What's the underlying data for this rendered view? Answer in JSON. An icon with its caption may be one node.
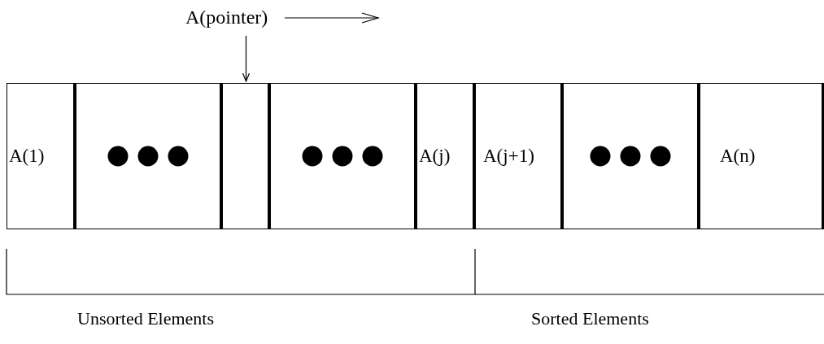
{
  "diagram": {
    "nodes": [
      {
        "text": [
          "A(pointer)"
        ]
      },
      {
        "text": [
          "A(1)"
        ]
      },
      {
        "text": [],
        "shape": "box"
      },
      {
        "text": [],
        "shape": "box"
      },
      {
        "text": [],
        "shape": "box"
      },
      {
        "text": [
          "A(j)"
        ]
      },
      {
        "text": [
          "A(j+1)"
        ]
      },
      {
        "text": [],
        "shape": "box"
      },
      {
        "text": [
          "A(n)"
        ]
      }
    ],
    "edges": [
      {
        "from": 0,
        "to": 3,
        "arrow": "to"
      }
    ],
    "labels": [
      "Unsorted Elements",
      "Sorted Elements"
    ]
  }
}
